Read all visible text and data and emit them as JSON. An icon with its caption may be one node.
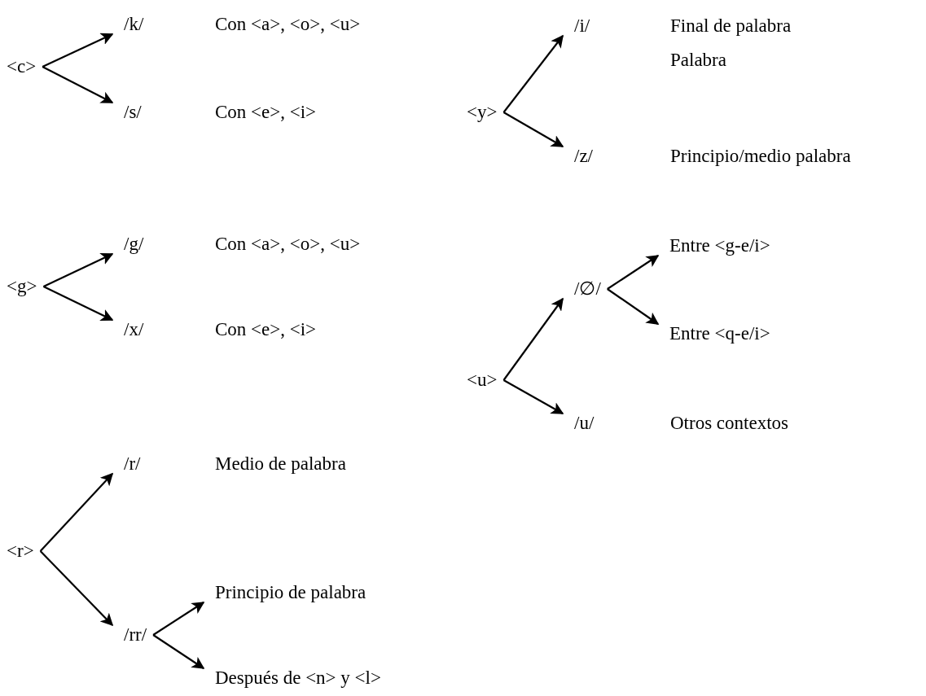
{
  "diagram": {
    "nodes": [
      {
        "text": [
          "<c>"
        ]
      },
      {
        "text": [
          "/k/"
        ]
      },
      {
        "text": [
          "/s/"
        ]
      },
      {
        "text": [
          "<y>"
        ]
      },
      {
        "text": [
          "/i/"
        ]
      },
      {
        "text": [
          "/z/"
        ]
      },
      {
        "text": [
          "<g>"
        ]
      },
      {
        "text": [
          "/g/"
        ]
      },
      {
        "text": [
          "/x/"
        ]
      },
      {
        "text": [
          "<u>"
        ]
      },
      {
        "text": [
          "/∅/"
        ]
      },
      {
        "text": [
          "Entre <g-e/i>"
        ]
      },
      {
        "text": [
          "Entre <q-e/i>"
        ]
      },
      {
        "text": [
          "/u/"
        ]
      },
      {
        "text": [
          "<r>"
        ]
      },
      {
        "text": [
          "/r/"
        ]
      },
      {
        "text": [
          "/rr/"
        ]
      },
      {
        "text": [
          "Principio de palabra"
        ]
      },
      {
        "text": [
          "Después de <n> y <l>"
        ]
      }
    ],
    "edges": [
      {
        "from": 0,
        "to": 1,
        "arrow": "to"
      },
      {
        "from": 0,
        "to": 2,
        "arrow": "to"
      },
      {
        "from": 3,
        "to": 4,
        "arrow": "to"
      },
      {
        "from": 3,
        "to": 5,
        "arrow": "to"
      },
      {
        "from": 6,
        "to": 7,
        "arrow": "to"
      },
      {
        "from": 6,
        "to": 8,
        "arrow": "to"
      },
      {
        "from": 9,
        "to": 10,
        "arrow": "to"
      },
      {
        "from": 9,
        "to": 13,
        "arrow": "to"
      },
      {
        "from": 10,
        "to": 11,
        "arrow": "to"
      },
      {
        "from": 10,
        "to": 12,
        "arrow": "to"
      },
      {
        "from": 14,
        "to": 15,
        "arrow": "to"
      },
      {
        "from": 14,
        "to": 16,
        "arrow": "to"
      },
      {
        "from": 16,
        "to": 17,
        "arrow": "to"
      },
      {
        "from": 16,
        "to": 18,
        "arrow": "to"
      }
    ],
    "labels": [
      "Con <a>, <o>, <u>",
      "Final de palabra",
      "Palabra",
      "Con <e>, <i>",
      "Principio/medio palabra",
      "Con <a>, <o>, <u>",
      "Con <e>, <i>",
      "Otros contextos",
      "Medio de palabra"
    ]
  }
}
